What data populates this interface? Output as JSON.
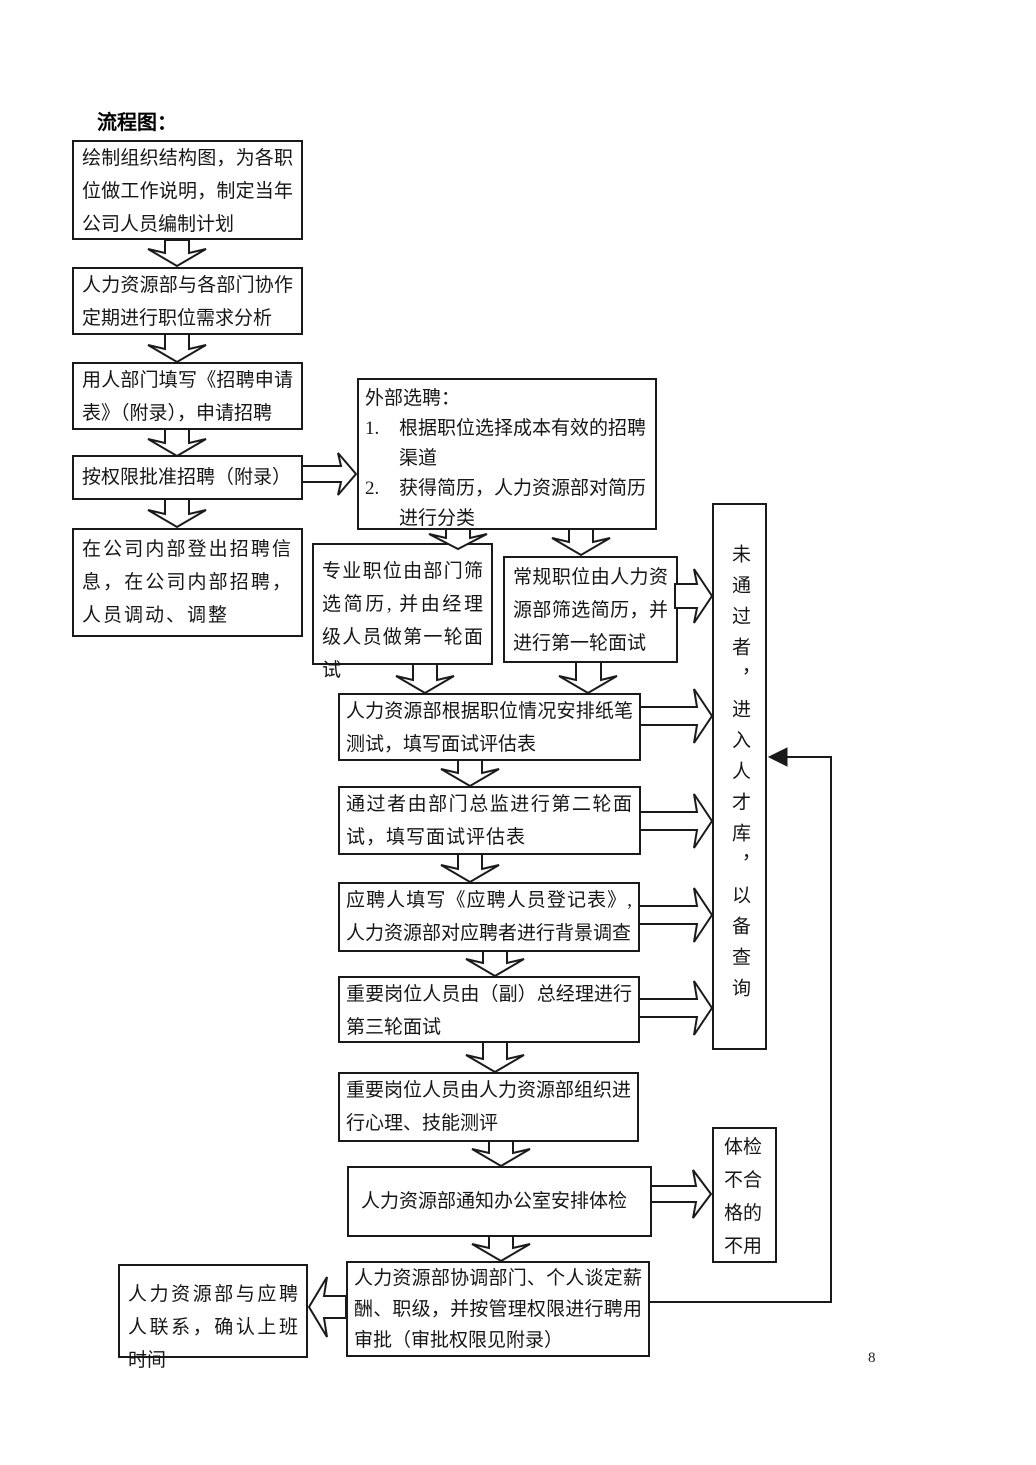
{
  "page": {
    "heading": "流程图：",
    "page_number": "8"
  },
  "boxes": {
    "plan": "绘制组织结构图，为各职位做工作说明，制定当年公司人员编制计划",
    "demand_analysis": "人力资源部与各部门协作定期进行职位需求分析",
    "request_form": "用人部门填写《招聘申请表》（附录），申请招聘",
    "approval": "按权限批准招聘（附录）",
    "internal_recruit": "在公司内部登出招聘信息，在公司内部招聘，人员调动、调整",
    "external": {
      "header": "外部选聘：",
      "items": [
        {
          "num": "1.",
          "text": "根据职位选择成本有效的招聘渠道"
        },
        {
          "num": "2.",
          "text": "获得简历，人力资源部对简历进行分类"
        }
      ]
    },
    "professional_screening": "专业职位由部门筛选简历, 并由经理级人员做第一轮面试",
    "regular_screening": "常规职位由人力资源部筛选简历，并进行第一轮面试",
    "written_test": "人力资源部根据职位情况安排纸笔测试，填写面试评估表",
    "second_interview": "通过者由部门总监进行第二轮面试，填写面试评估表",
    "background_check": "应聘人填写《应聘人员登记表》, 人力资源部对应聘者进行背景调查",
    "third_interview": "重要岗位人员由（副）总经理进行第三轮面试",
    "skill_assessment": "重要岗位人员由人力资源部组织进行心理、技能测评",
    "physical_exam": "人力资源部通知办公室安排体检",
    "offer_approval": "人力资源部协调部门、个人谈定薪酬、职级，并按管理权限进行聘用审批（审批权限见附录）",
    "confirm_start": "人力资源部与应聘人联系，确认上班时间",
    "talent_pool": "未通过者，进入人才库，以备查询",
    "exam_fail": "体检不合格的不用"
  }
}
